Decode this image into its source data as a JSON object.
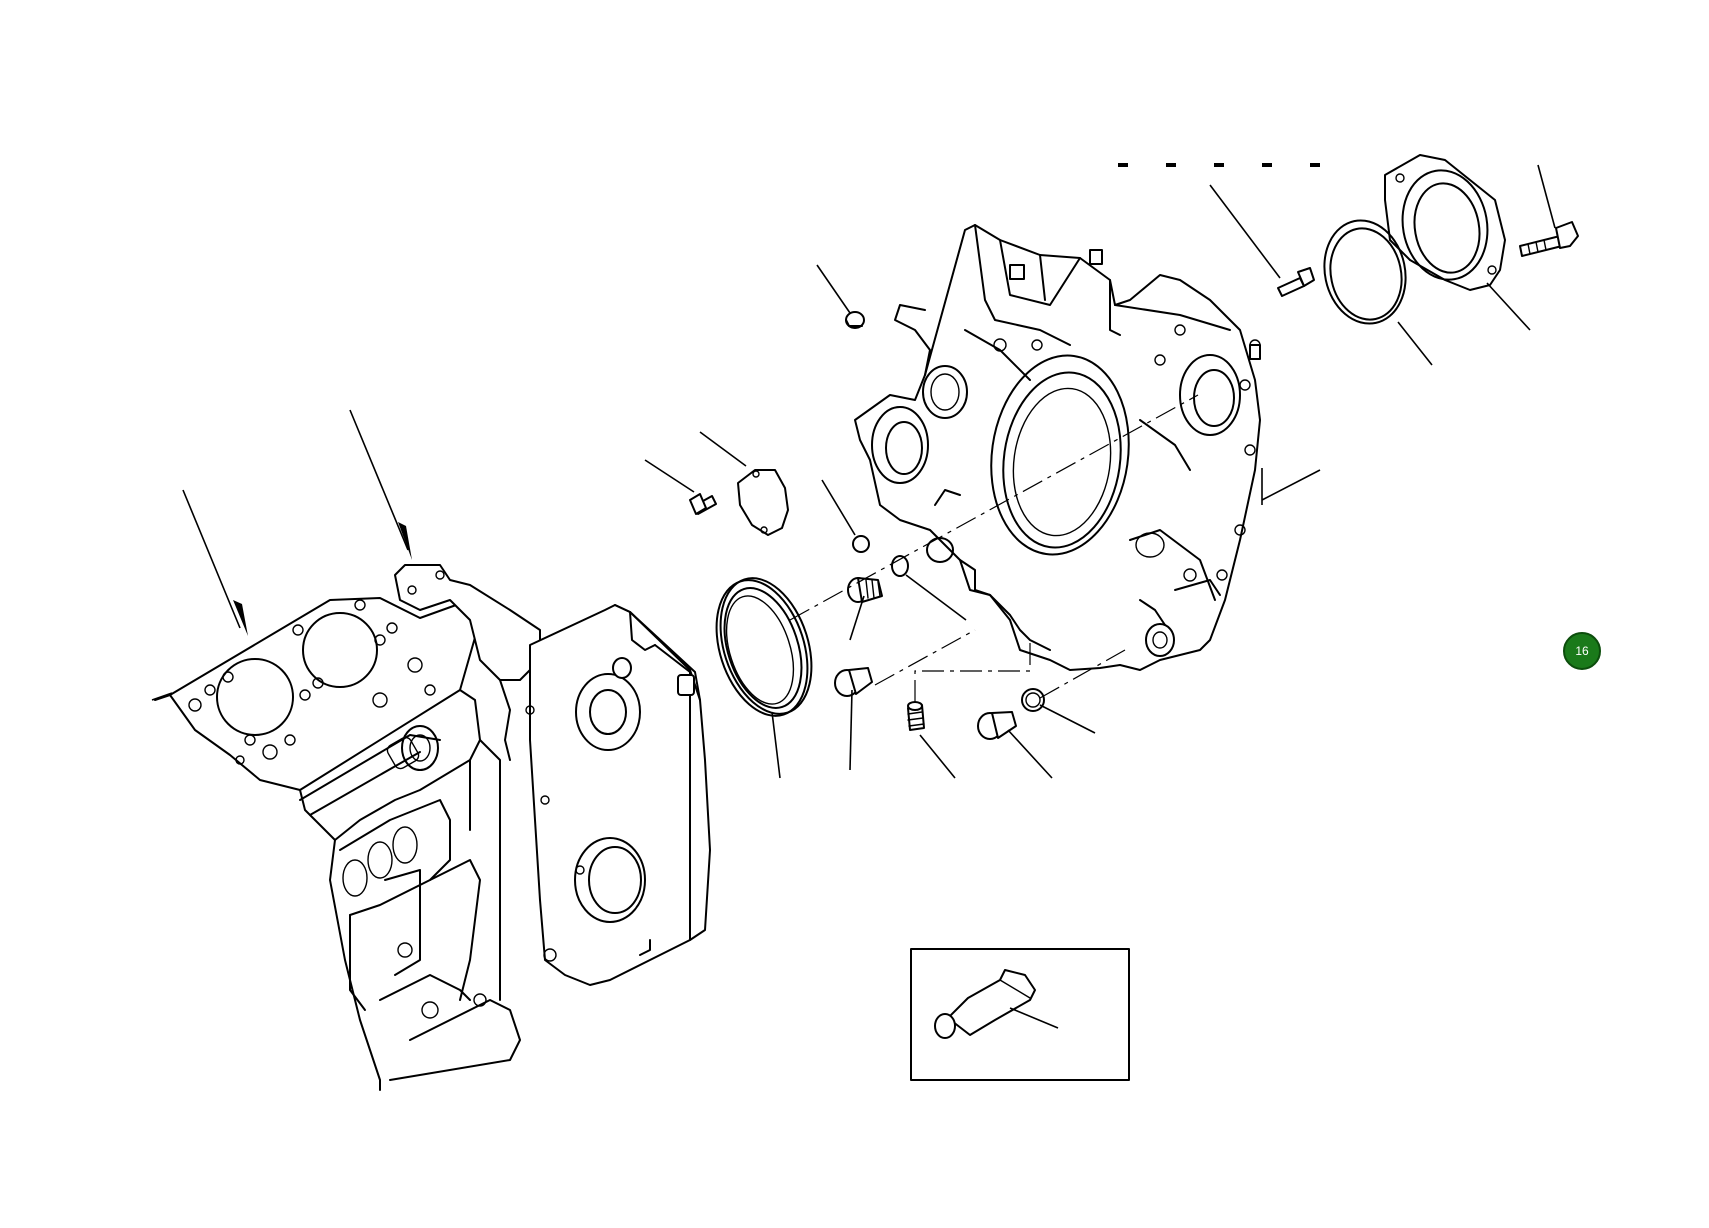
{
  "callout": {
    "label": "16",
    "color": "#1a7a1a"
  },
  "diagram": {
    "parts": [
      "engine-block",
      "timing-gear-housing",
      "flywheel-housing",
      "crankshaft-seal-ring",
      "rear-seal-cover",
      "o-ring",
      "cover-plate",
      "bolt",
      "plug",
      "dowel-bushing",
      "sealant-tube"
    ]
  }
}
